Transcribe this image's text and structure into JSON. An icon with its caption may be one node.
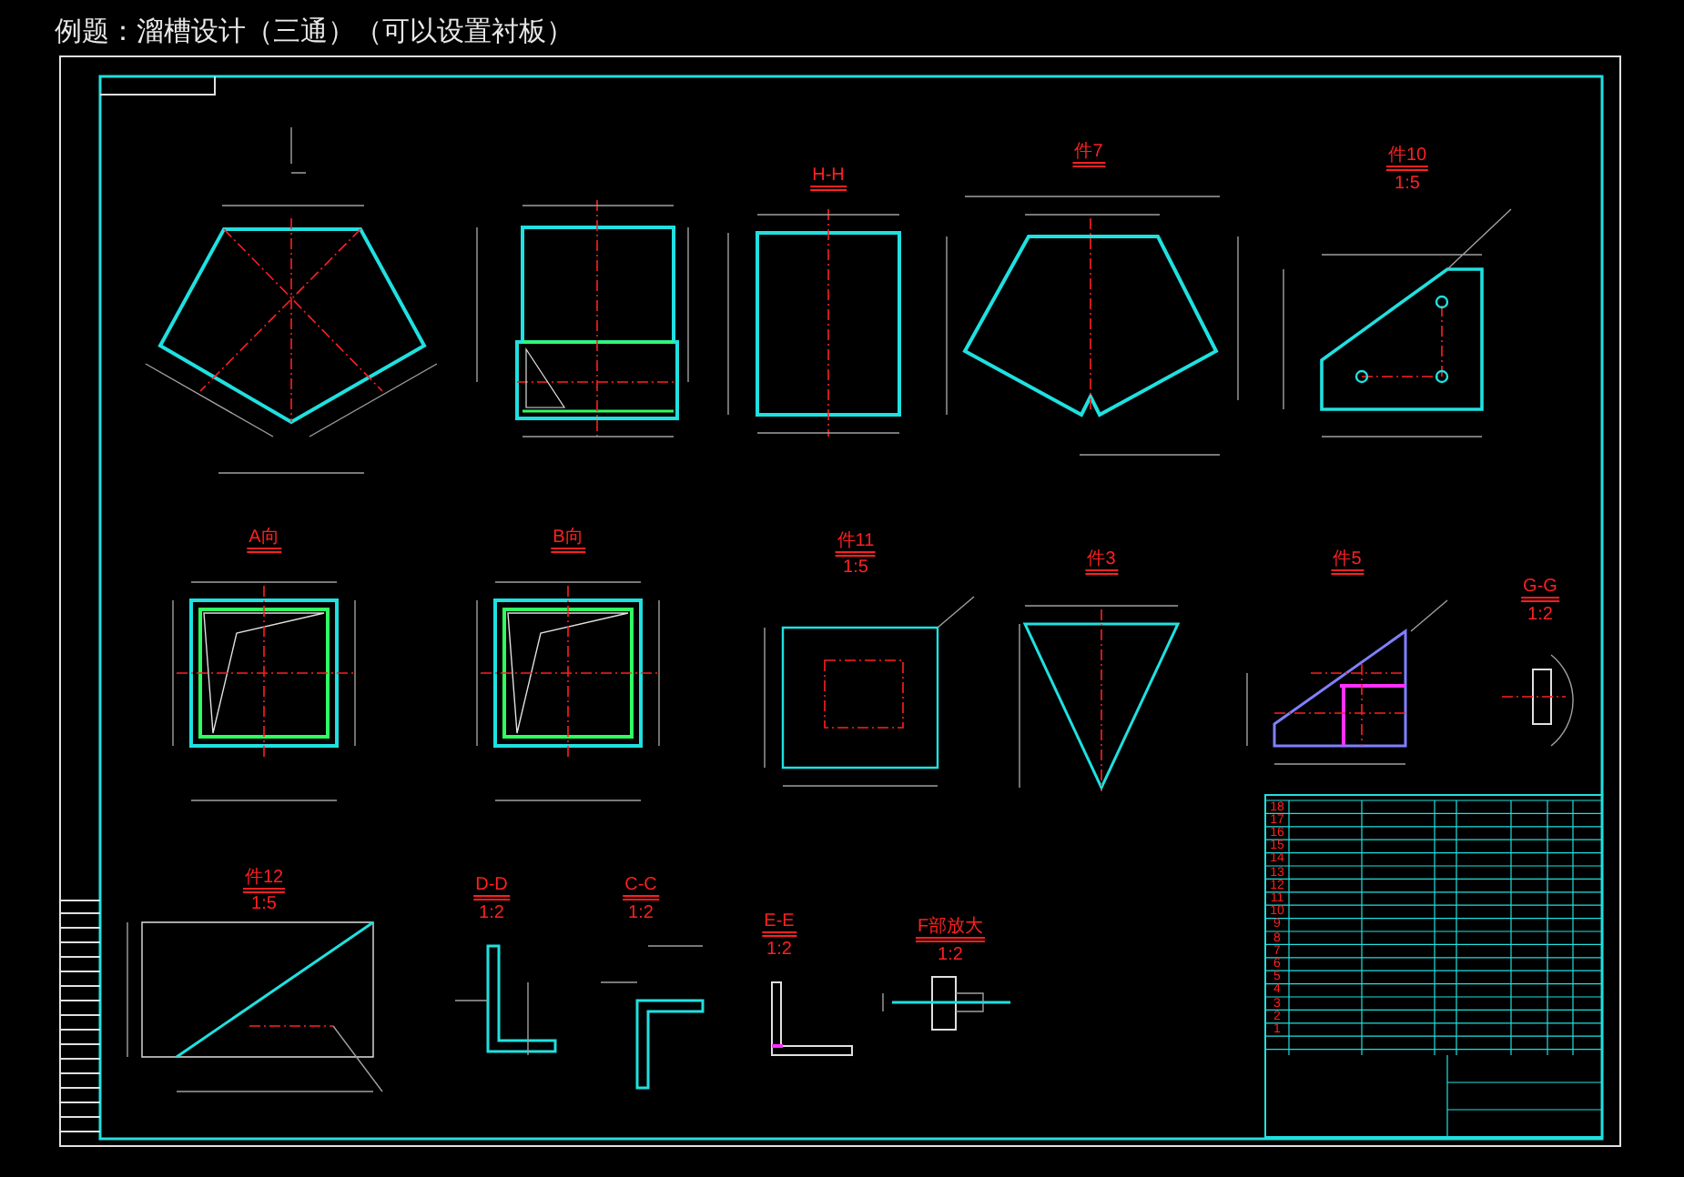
{
  "diagram": {
    "title": "例题：溜槽设计（三通）（可以设置衬板）",
    "labels": [
      "H-H",
      "件7",
      "件10",
      "1:5",
      "A向",
      "B向",
      "件11",
      "1:5",
      "件3",
      "件5",
      "G-G",
      "1:2",
      "件12",
      "1:5",
      "D-D",
      "1:2",
      "C-C",
      "1:2",
      "E-E",
      "1:2",
      "F部放大",
      "1:2",
      "18",
      "17",
      "16",
      "15",
      "14",
      "13",
      "12",
      "11",
      "10",
      "9",
      "8",
      "7",
      "6",
      "5",
      "4",
      "3",
      "2",
      "1"
    ]
  }
}
